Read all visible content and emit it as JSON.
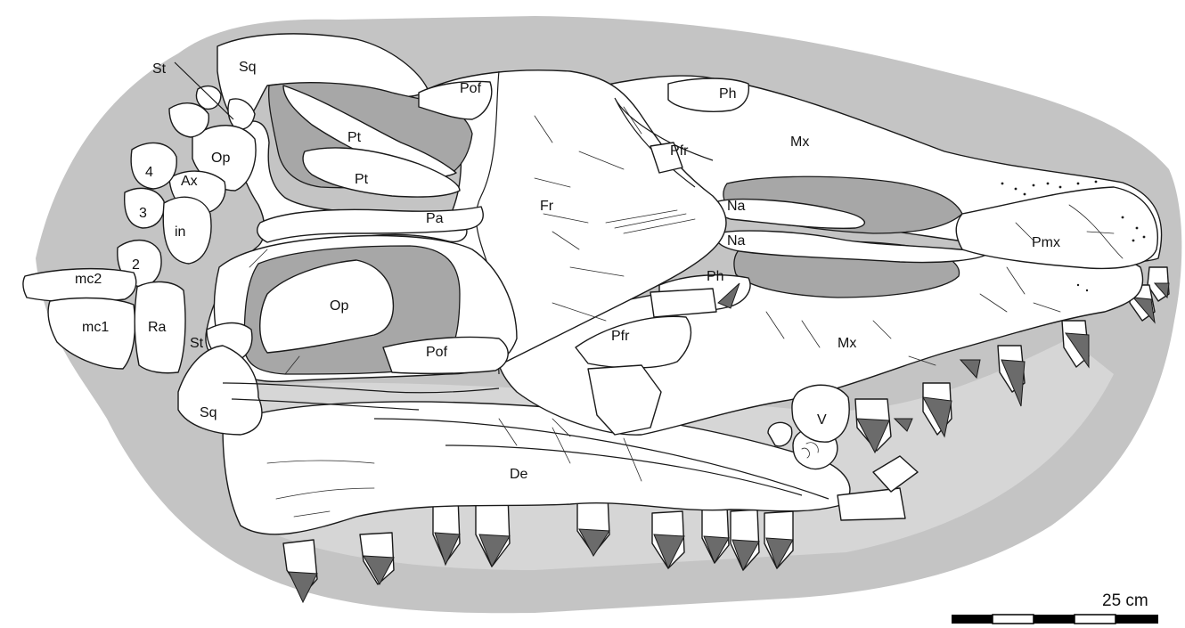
{
  "colors": {
    "matrix": "#c4c4c4",
    "bone": "#ffffff",
    "fenestra": "#a7a7a7",
    "tooth": "#6b6b6b",
    "outline": "#1a1a1a"
  },
  "labels": {
    "st_upper": "St",
    "sq_upper": "Sq",
    "pof_upper": "Pof",
    "ph_upper": "Ph",
    "pt_upper": "Pt",
    "pt_lower": "Pt",
    "op_small": "Op",
    "pfr_upper": "Pfr",
    "mx_upper": "Mx",
    "four": "4",
    "ax": "Ax",
    "three": "3",
    "in": "in",
    "pa": "Pa",
    "fr": "Fr",
    "na_upper": "Na",
    "na_lower": "Na",
    "pmx": "Pmx",
    "two": "2",
    "mc2": "mc2",
    "ph_lower": "Ph",
    "op_large": "Op",
    "mc1": "mc1",
    "ra": "Ra",
    "st_lower": "St",
    "pfr_lower": "Pfr",
    "mx_lower": "Mx",
    "pof_lower": "Pof",
    "sq_lower": "Sq",
    "v": "V",
    "de": "De"
  },
  "scale_bar": {
    "label": "25 cm"
  }
}
